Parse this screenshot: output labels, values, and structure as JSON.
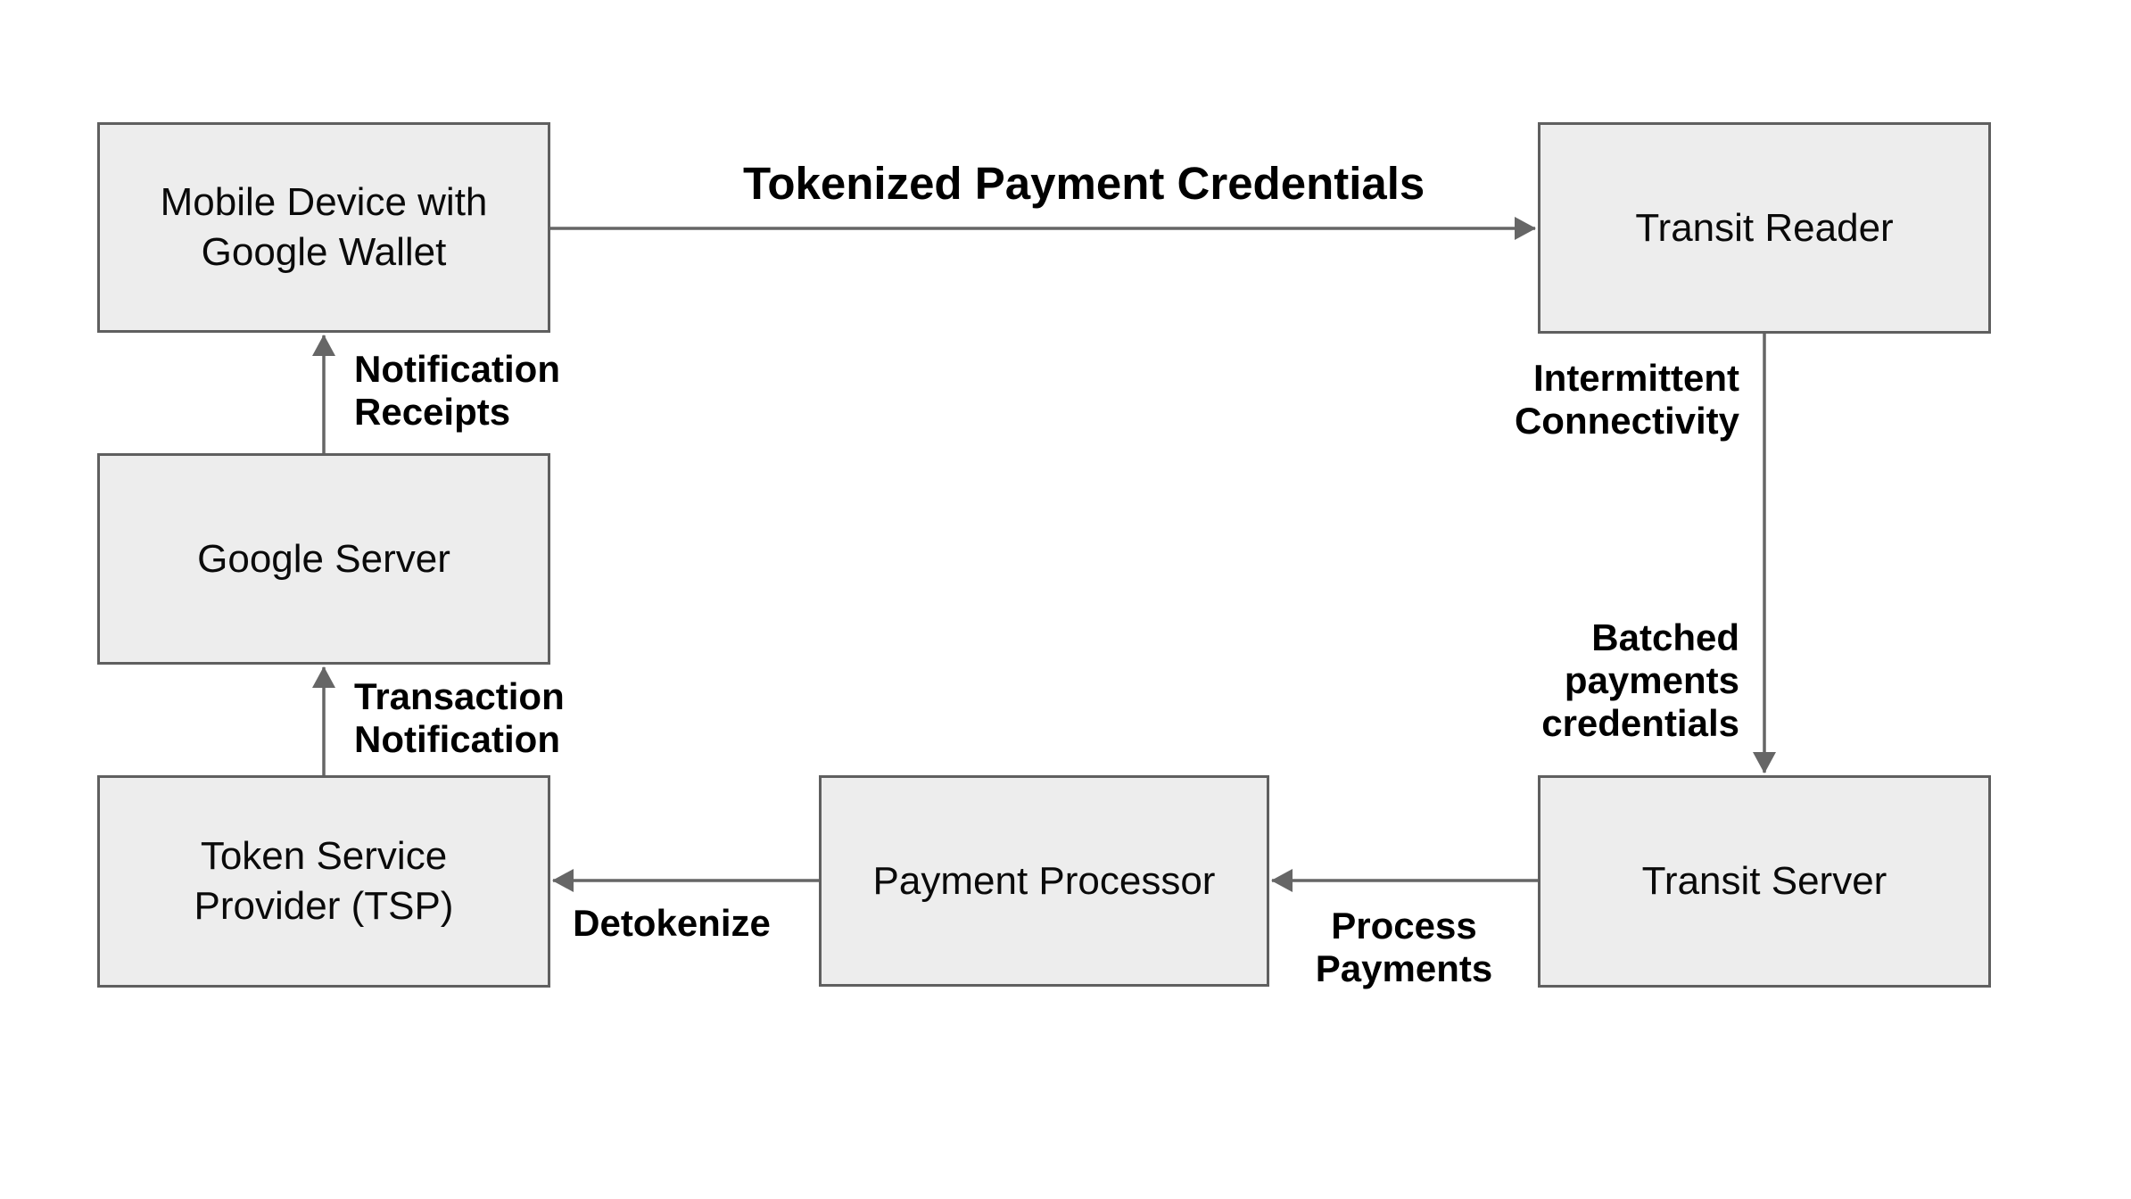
{
  "colors": {
    "box_fill": "#ededed",
    "box_border": "#5f5f5f",
    "arrow": "#666666",
    "label_text": "#000000",
    "node_text": "#0a0a0a"
  },
  "nodes": {
    "mobile": {
      "line1": "Mobile Device with",
      "line2": "Google Wallet"
    },
    "transit_reader": {
      "label": "Transit Reader"
    },
    "google_server": {
      "label": "Google Server"
    },
    "tsp": {
      "line1": "Token Service",
      "line2": "Provider (TSP)"
    },
    "payment_processor": {
      "label": "Payment Processor"
    },
    "transit_server": {
      "label": "Transit Server"
    }
  },
  "edge_labels": {
    "tokenized": {
      "text": "Tokenized Payment Credentials"
    },
    "notification_receipts": {
      "line1": "Notification",
      "line2": "Receipts"
    },
    "intermittent_connectivity": {
      "line1": "Intermittent",
      "line2": "Connectivity"
    },
    "batched_payments": {
      "line1": "Batched",
      "line2": "payments",
      "line3": "credentials"
    },
    "transaction_notification": {
      "line1": "Transaction",
      "line2": "Notification"
    },
    "process_payments": {
      "line1": "Process",
      "line2": "Payments"
    },
    "detokenize": {
      "text": "Detokenize"
    }
  }
}
